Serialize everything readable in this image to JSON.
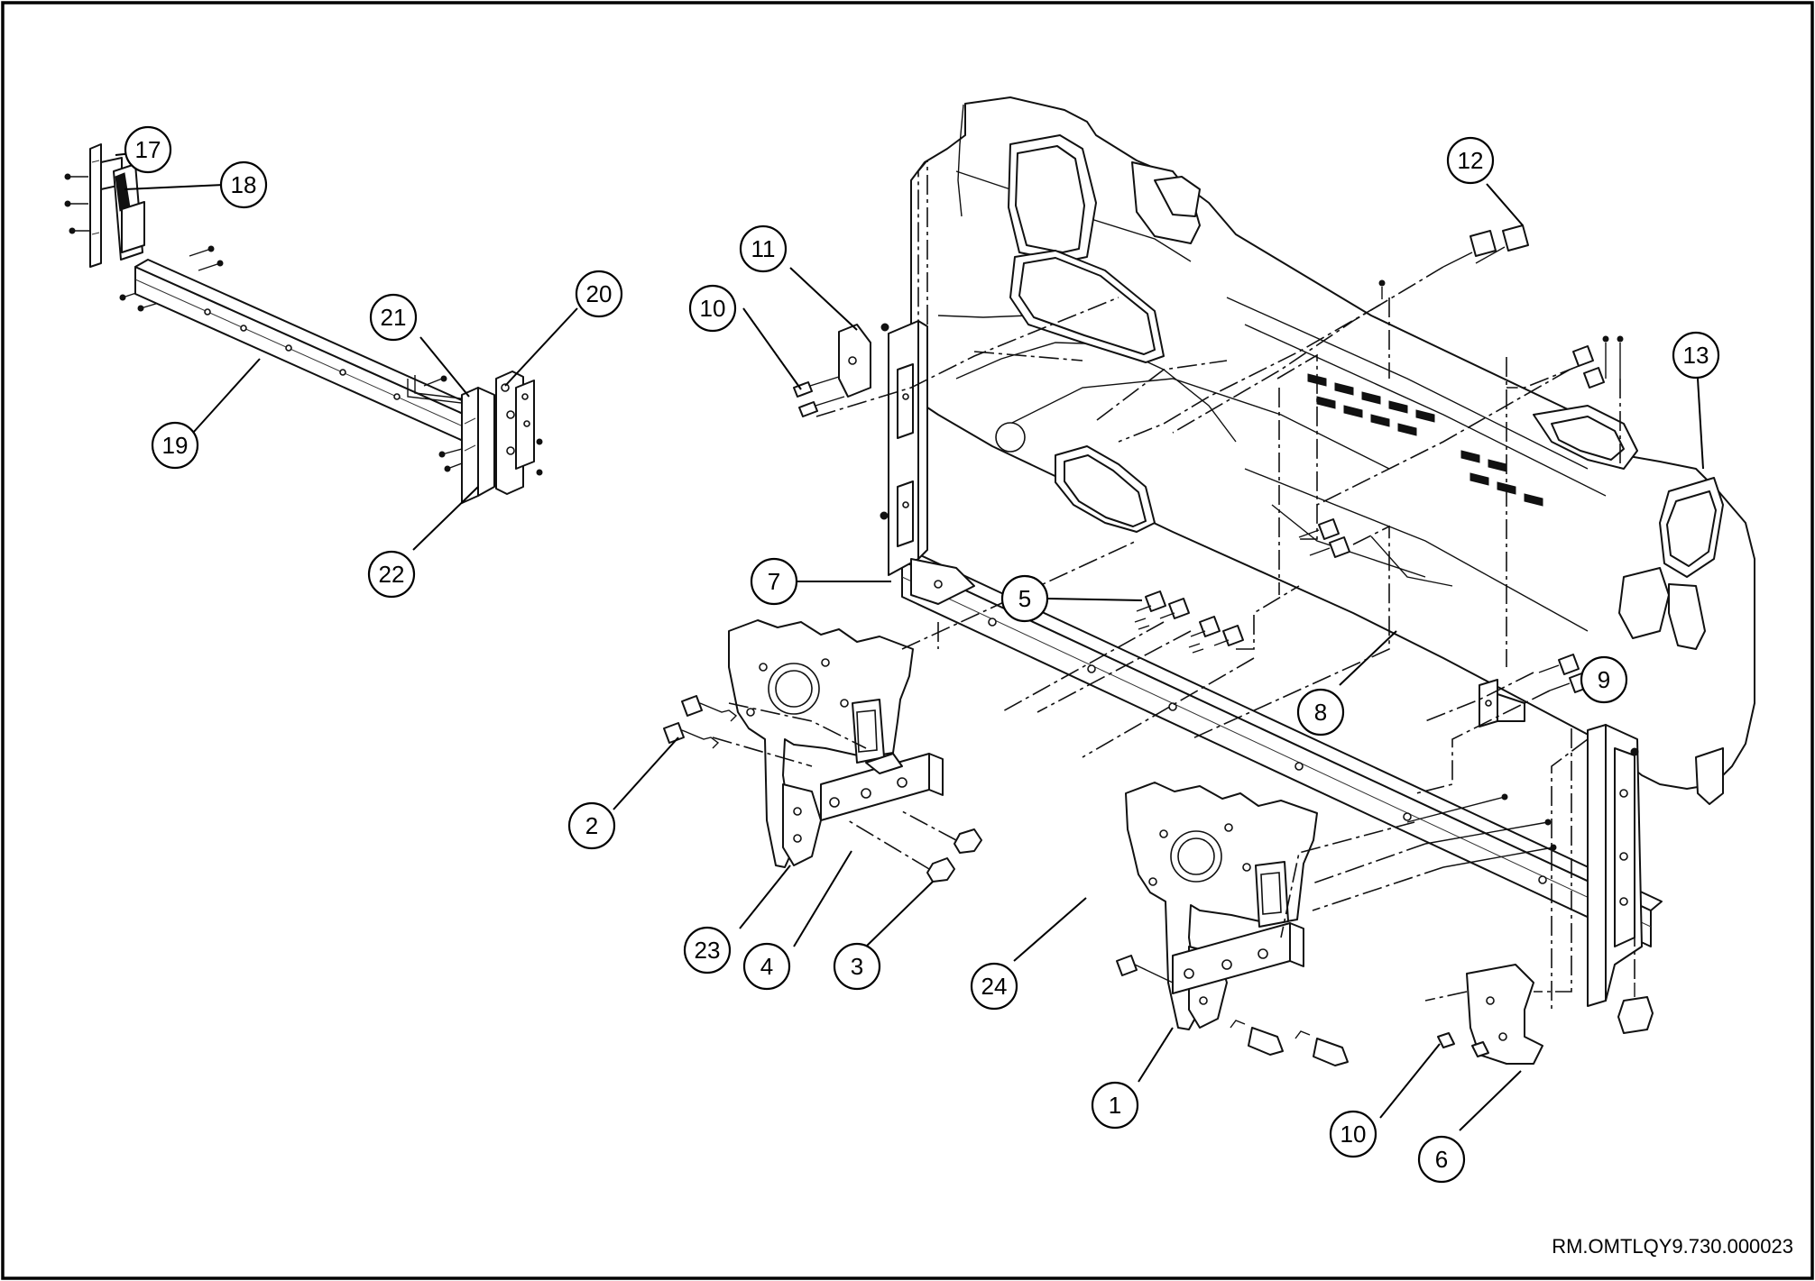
{
  "reference_code": "RM.OMTLQY9.730.000023",
  "callouts": [
    "17",
    "18",
    "19",
    "20",
    "21",
    "22",
    "10",
    "11",
    "7",
    "5",
    "2",
    "23",
    "4",
    "3",
    "24",
    "1",
    "10",
    "6",
    "8",
    "9",
    "13",
    "12"
  ],
  "colors": {
    "line": "#111111",
    "background": "#ffffff"
  }
}
